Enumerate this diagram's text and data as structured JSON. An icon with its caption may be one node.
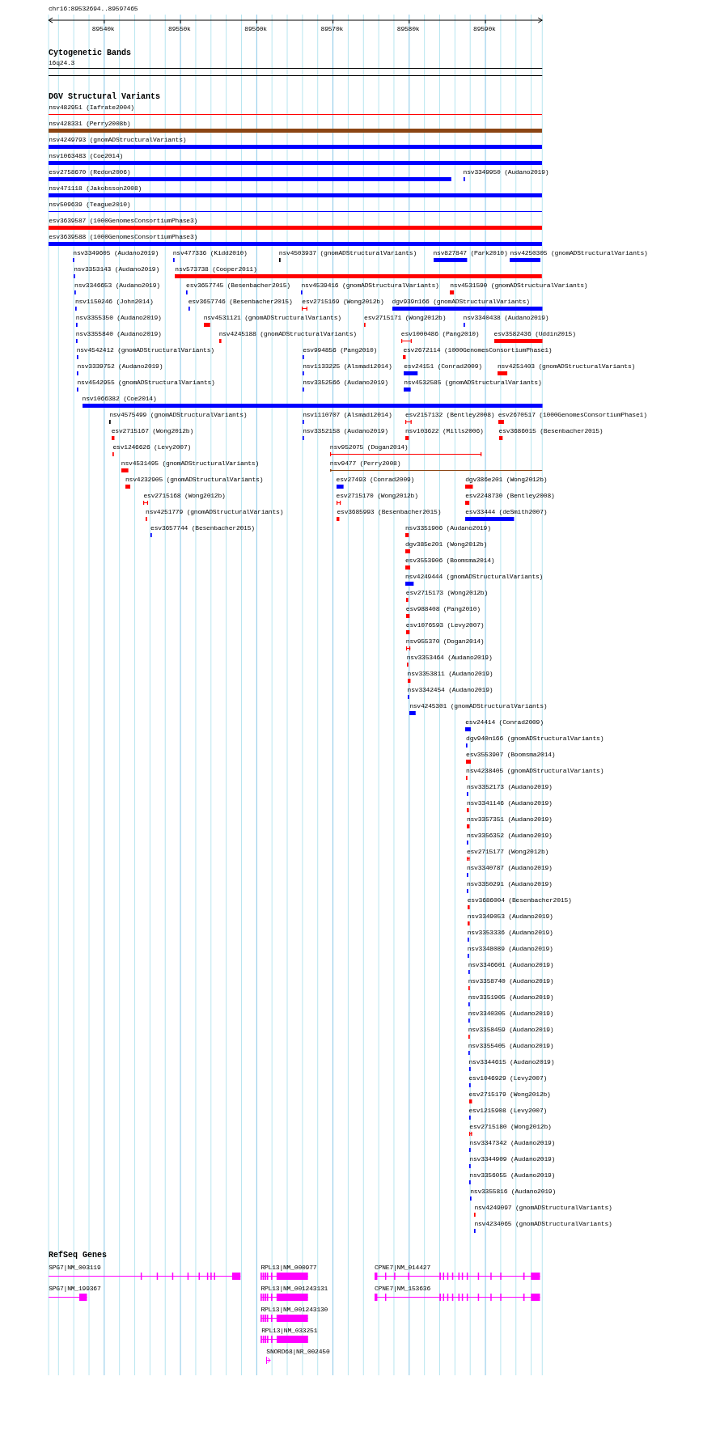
{
  "diagram": {
    "labels": [
      "chr16:89532694..89597465",
      "89540k",
      "89550k",
      "89560k",
      "89570k",
      "89580k",
      "89590k",
      "Cytogenetic Bands",
      "16q24.3",
      "DGV Structural Variants",
      "nsv482951 (Iafrate2004)",
      "nsv428331 (Perry2008b)",
      "nsv4249793 (gnomADStructuralVariants)",
      "nsv1063483 (Coe2014)",
      "esv2758670 (Redon2006)",
      "nsv3349950 (Audano2019)",
      "nsv471118 (Jakobsson2008)",
      "nsv509639 (Teague2010)",
      "esv3639587 (1000GenomesConsortiumPhase3)",
      "esv3639588 (1000GenomesConsortiumPhase3)",
      "nsv3349605 (Audano2019)",
      "nsv477336 (Kidd2010)",
      "nsv4503937 (gnomADStructuralVariants)",
      "nsv827847 (Park2010)",
      "nsv4250305 (gnomADStructuralVariants)",
      "nsv3353143 (Audano2019)",
      "nsv573738 (Cooper2011)",
      "nsv3346653 (Audano2019)",
      "esv3657745 (Besenbacher2015)",
      "nsv4539416 (gnomADStructuralVariants)",
      "nsv4531590 (gnomADStructuralVariants)",
      "nsv1150246 (John2014)",
      "esv3657746 (Besenbacher2015)",
      "esv2715169 (Wong2012b)",
      "dgv939n166 (gnomADStructuralVariants)",
      "nsv3355350 (Audano2019)",
      "nsv4531121 (gnomADStructuralVariants)",
      "esv2715171 (Wong2012b)",
      "nsv3340438 (Audano2019)",
      "nsv3355840 (Audano2019)",
      "nsv4245188 (gnomADStructuralVariants)",
      "esv1000486 (Pang2010)",
      "esv3582436 (Uddin2015)",
      "nsv4542412 (gnomADStructuralVariants)",
      "esv994856 (Pang2010)",
      "esv2672114 (1000GenomesConsortiumPhase1)",
      "nsv3339752 (Audano2019)",
      "nsv1133225 (Alsmadi2014)",
      "esv24151 (Conrad2009)",
      "nsv4251403 (gnomADStructuralVariants)",
      "nsv4542955 (gnomADStructuralVariants)",
      "nsv3352566 (Audano2019)",
      "nsv4532585 (gnomADStructuralVariants)",
      "nsv1066382 (Coe2014)",
      "nsv4575499 (gnomADStructuralVariants)",
      "nsv1110707 (Alsmadi2014)",
      "esv2157132 (Bentley2008)",
      "esv2670517 (1000GenomesConsortiumPhase1)",
      "esv2715167 (Wong2012b)",
      "nsv3352158 (Audano2019)",
      "nsv103622 (Mills2006)",
      "esv3686015 (Besenbacher2015)",
      "esv1246626 (Levy2007)",
      "nsv952075 (Dogan2014)",
      "nsv4531495 (gnomADStructuralVariants)",
      "nsv9477 (Perry2008)",
      "nsv4232905 (gnomADStructuralVariants)",
      "esv27493 (Conrad2009)",
      "dgv386e201 (Wong2012b)",
      "esv2715168 (Wong2012b)",
      "esv2715170 (Wong2012b)",
      "esv2248730 (Bentley2008)",
      "nsv4251779 (gnomADStructuralVariants)",
      "esv3685993 (Besenbacher2015)",
      "esv33444 (deSmith2007)",
      "esv3657744 (Besenbacher2015)",
      "nsv3351906 (Audano2019)",
      "dgv385e201 (Wong2012b)",
      "esv3553906 (Boomsma2014)",
      "nsv4249444 (gnomADStructuralVariants)",
      "esv2715173 (Wong2012b)",
      "esv988408 (Pang2010)",
      "esv1076593 (Levy2007)",
      "nsv955370 (Dogan2014)",
      "nsv3353464 (Audano2019)",
      "nsv3353811 (Audano2019)",
      "nsv3342454 (Audano2019)",
      "nsv4245301 (gnomADStructuralVariants)",
      "esv24414 (Conrad2009)",
      "dgv940n166 (gnomADStructuralVariants)",
      "esv3553907 (Boomsma2014)",
      "nsv4238405 (gnomADStructuralVariants)",
      "nsv3352173 (Audano2019)",
      "nsv3341146 (Audano2019)",
      "nsv3357351 (Audano2019)",
      "nsv3356352 (Audano2019)",
      "esv2715177 (Wong2012b)",
      "nsv3340787 (Audano2019)",
      "nsv3350291 (Audano2019)",
      "esv3686004 (Besenbacher2015)",
      "nsv3349053 (Audano2019)",
      "nsv3353336 (Audano2019)",
      "nsv3348089 (Audano2019)",
      "nsv3346601 (Audano2019)",
      "nsv3358740 (Audano2019)",
      "nsv3351905 (Audano2019)",
      "nsv3340305 (Audano2019)",
      "nsv3358459 (Audano2019)",
      "nsv3355405 (Audano2019)",
      "nsv3344615 (Audano2019)",
      "esv1046929 (Levy2007)",
      "esv2715179 (Wong2012b)",
      "esv1215908 (Levy2007)",
      "esv2715180 (Wong2012b)",
      "nsv3347342 (Audano2019)",
      "nsv3344909 (Audano2019)",
      "nsv3356055 (Audano2019)",
      "nsv3355816 (Audano2019)",
      "nsv4249097 (gnomADStructuralVariants)",
      "nsv4234065 (gnomADStructuralVariants)",
      "RefSeq Genes",
      "SPG7|NM_003119",
      "RPL13|NM_000977",
      "CPNE7|NM_014427",
      "SPG7|NM_199367",
      "RPL13|NM_001243131",
      "CPNE7|NM_153636",
      "RPL13|NM_001243130",
      "RPL13|NM_033251",
      "SNORD68|NR_002450"
    ]
  }
}
